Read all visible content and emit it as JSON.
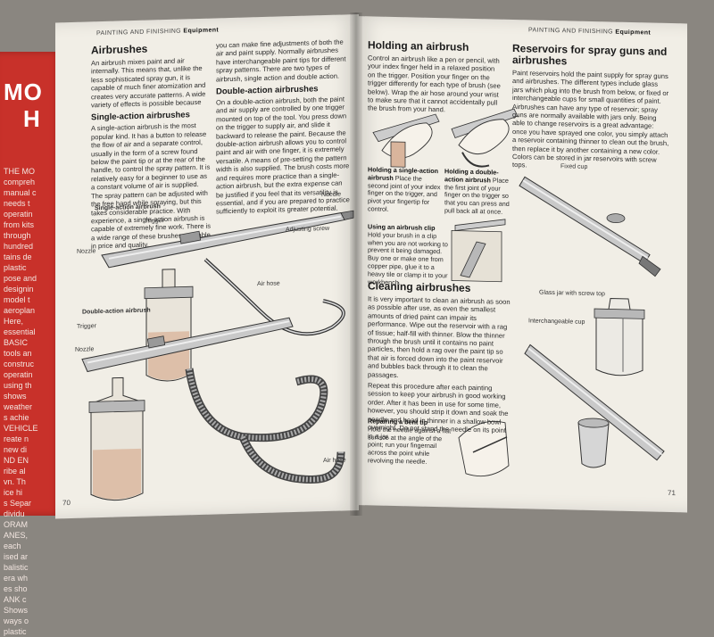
{
  "cover": {
    "title_lines": [
      "MO",
      "H"
    ],
    "text_fragments": [
      "THE MO",
      "compreh",
      "manual c",
      "needs t",
      "operatin",
      "from kits",
      "through",
      "hundred",
      "tains de",
      "plastic",
      "pose and",
      "designin",
      "model t",
      "aeroplan",
      "Here,",
      "essential",
      "BASIC",
      "tools an",
      "construc",
      "operatin",
      "using th",
      "shows",
      "weather",
      "s achie",
      "VEHICLE",
      "reate n",
      "new di",
      "ND EN",
      "ribe al",
      "vn. Th",
      "ice hi",
      "s Separ",
      "dividu",
      "ORAM",
      "ANES,",
      "each",
      "ised ar",
      "balistic",
      "era wh",
      "es sho",
      "ANK c",
      "Shows",
      "ways o",
      "plastic"
    ]
  },
  "left_page": {
    "running_head": "PAINTING AND FINISHING",
    "running_head_section": "Equipment",
    "page_number": "70",
    "heading": "Airbrushes",
    "intro": "An airbrush mixes paint and air internally. This means that, unlike the less sophisticated spray gun, it is capable of much finer atomization and creates very accurate patterns. A wide variety of effects is possible because",
    "single_heading": "Single-action airbrushes",
    "single_text": "A single-action airbrush is the most popular kind. It has a button to release the flow of air and a separate control, usually in the form of a screw found below the paint tip or at the rear of the handle, to control the spray pattern. It is relatively easy for a beginner to use as a constant volume of air is supplied. The spray pattern can be adjusted with the free hand while spraying, but this takes considerable practice. With experience, a single-action airbrush is capable of extremely fine work. There is a wide range of these brushes available in price and quality.",
    "col2_intro": "you can make fine adjustments of both the air and paint supply. Normally airbrushes have interchangeable paint tips for different spray patterns. There are two types of airbrush, single action and double action.",
    "double_heading": "Double-action airbrushes",
    "double_text": "On a double-action airbrush, both the paint and air supply are controlled by one trigger mounted on top of the tool. You press down on the trigger to supply air, and slide it backward to release the paint. Because the double-action airbrush allows you to control paint and air with one finger, it is extremely versatile. A means of pre-setting the pattern width is also supplied. The brush costs more and requires more practice than a single-action airbrush, but the extra expense can be justified if you feel that its versatility is essential, and if you are prepared to practice sufficiently to exploit its greater potential.",
    "labels": {
      "single_action": "Single-action airbrush",
      "needle": "Needle",
      "trigger": "Trigger",
      "adjusting_screw": "Adjusting screw",
      "nozzle": "Nozzle",
      "air_hose": "Air hose",
      "double_action": "Double-action airbrush",
      "trigger2": "Trigger",
      "nozzle2": "Nozzle",
      "air_hose2": "Air hose"
    }
  },
  "right_page": {
    "running_head": "PAINTING AND FINISHING",
    "running_head_section": "Equipment",
    "page_number": "71",
    "holding_heading": "Holding an airbrush",
    "holding_text": "Control an airbrush like a pen or pencil, with your index finger held in a relaxed position on the trigger. Position your finger on the trigger differently for each type of brush (see below). Wrap the air hose around your wrist to make sure that it cannot accidentally pull the brush from your hand.",
    "cap_single_bold": "Holding a single-action airbrush",
    "cap_single": "Place the second joint of your index finger on the trigger, and pivot your fingertip for control.",
    "cap_double_bold": "Holding a double-action airbrush",
    "cap_double": "Place the first joint of your finger on the trigger so that you can press and pull back all at once.",
    "clip_bold": "Using an airbrush clip",
    "clip_text": "Hold your brush in a clip when you are not working to prevent it being damaged. Buy one or make one from copper pipe, glue it to a heavy tile or clamp it to your workbench.",
    "cleaning_heading": "Cleaning airbrushes",
    "cleaning_text": "It is very important to clean an airbrush as soon as possible after use, as even the smallest amounts of dried paint can impair its performance. Wipe out the reservoir with a rag of tissue; half-fill with thinner. Blow the thinner through the brush until it contains no paint particles, then hold a rag over the paint tip so that air is forced down into the paint reservoir and bubbles back through it to clean the passages.",
    "cleaning_text2": "Repeat this procedure after each painting session to keep your airbrush in good working order. After it has been in use for some time, however, you should strip it down and soak the needle and head in thinner in a shallow bowl overnight. Do not stand the needle on its point in a jar.",
    "bent_bold": "Repairing a bent tip",
    "bent_text": "Hold the needle against a flat surface at the angle of the point; run your fingernail across the point while revolving the needle.",
    "reservoirs_heading": "Reservoirs for spray guns and airbrushes",
    "reservoirs_text": "Paint reservoirs hold the paint supply for spray guns and airbrushes. The different types include glass jars which plug into the brush from below, or fixed or interchangeable cups for small quantities of paint. Airbrushes can have any type of reservoir; spray guns are normally available with jars only. Being able to change reservoirs is a great advantage: once you have sprayed one color, you simply attach a reservoir containing thinner to clean out the brush, then replace it by another containing a new color. Colors can be stored in jar reservoirs with screw tops.",
    "labels": {
      "fixed_cup": "Fixed cup",
      "glass_jar": "Glass jar with screw top",
      "interchangeable_cup": "Interchangeable cup"
    }
  }
}
